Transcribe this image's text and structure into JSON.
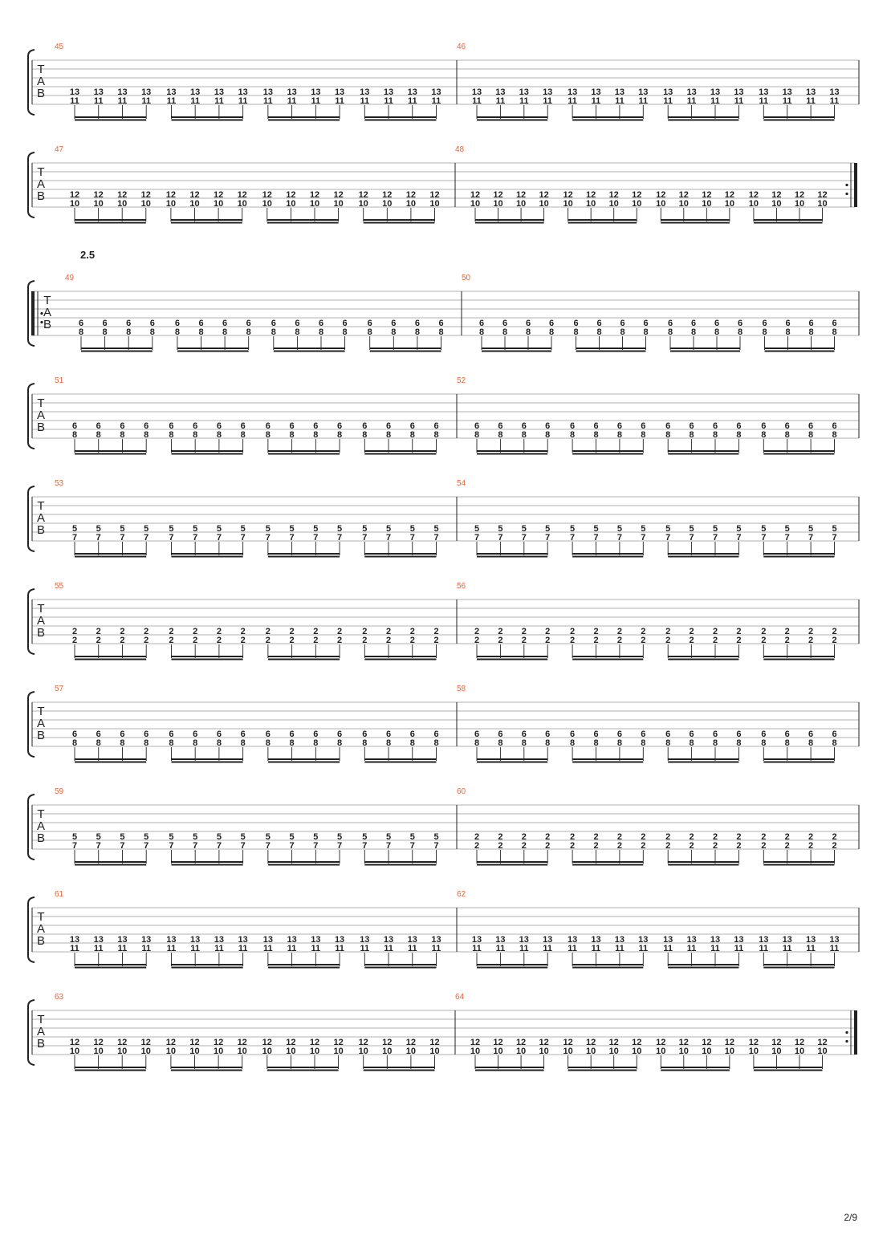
{
  "section_label": "2.5",
  "page_number": "2/9",
  "tab_letters": [
    "T",
    "A",
    "B"
  ],
  "colors": {
    "measure_number": "#e8643c",
    "ink": "#222222",
    "staff_line": "#999999"
  },
  "systems": [
    {
      "measures": [
        45,
        46
      ],
      "top": "13",
      "bottom": "11",
      "start_repeat": false,
      "end_repeat": false
    },
    {
      "measures": [
        47,
        48
      ],
      "top": "12",
      "bottom": "10",
      "start_repeat": false,
      "end_repeat": true
    },
    {
      "measures": [
        49,
        50
      ],
      "top": "6",
      "bottom": "8",
      "start_repeat": true,
      "end_repeat": false
    },
    {
      "measures": [
        51,
        52
      ],
      "top": "6",
      "bottom": "8",
      "start_repeat": false,
      "end_repeat": false
    },
    {
      "measures": [
        53,
        54
      ],
      "top": "5",
      "bottom": "7",
      "start_repeat": false,
      "end_repeat": false
    },
    {
      "measures": [
        55,
        56
      ],
      "top": "2",
      "bottom": "2",
      "start_repeat": false,
      "end_repeat": false
    },
    {
      "measures": [
        57,
        58
      ],
      "top": "6",
      "bottom": "8",
      "start_repeat": false,
      "end_repeat": false
    },
    {
      "measures": [
        59,
        60
      ],
      "top": [
        "5",
        "2"
      ],
      "bottom": [
        "7",
        "2"
      ],
      "start_repeat": false,
      "end_repeat": false
    },
    {
      "measures": [
        61,
        62
      ],
      "top": "13",
      "bottom": "11",
      "start_repeat": false,
      "end_repeat": false
    },
    {
      "measures": [
        63,
        64
      ],
      "top": "12",
      "bottom": "10",
      "start_repeat": false,
      "end_repeat": true
    }
  ]
}
